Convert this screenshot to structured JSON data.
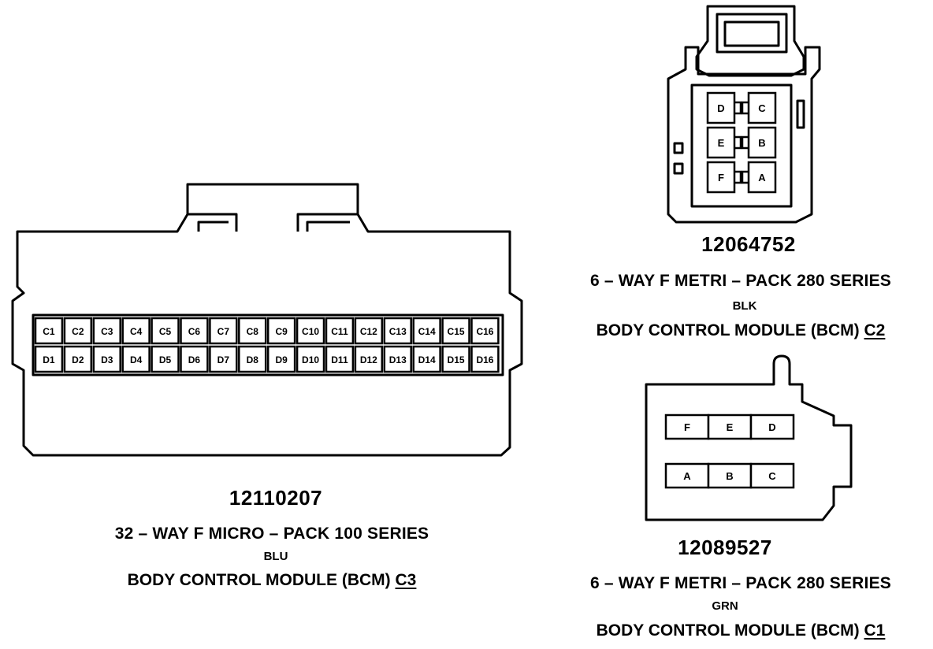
{
  "connector_c3": {
    "part_number": "12110207",
    "series": "32 – WAY F MICRO – PACK 100 SERIES",
    "color": "BLU",
    "module_text": "BODY CONTROL MODULE (BCM) ",
    "module_id": "C3",
    "pins_row_c": [
      "C1",
      "C2",
      "C3",
      "C4",
      "C5",
      "C6",
      "C7",
      "C8",
      "C9",
      "C10",
      "C11",
      "C12",
      "C13",
      "C14",
      "C15",
      "C16"
    ],
    "pins_row_d": [
      "D1",
      "D2",
      "D3",
      "D4",
      "D5",
      "D6",
      "D7",
      "D8",
      "D9",
      "D10",
      "D11",
      "D12",
      "D13",
      "D14",
      "D15",
      "D16"
    ]
  },
  "connector_c2": {
    "part_number": "12064752",
    "series": "6 – WAY F METRI – PACK 280 SERIES",
    "color": "BLK",
    "module_text": "BODY CONTROL MODULE (BCM) ",
    "module_id": "C2",
    "pins": [
      "D",
      "C",
      "E",
      "B",
      "F",
      "A"
    ]
  },
  "connector_c1": {
    "part_number": "12089527",
    "series": "6 – WAY F METRI – PACK 280 SERIES",
    "color": "GRN",
    "module_text": "BODY CONTROL MODULE (BCM) ",
    "module_id": "C1",
    "pins_top": [
      "F",
      "E",
      "D"
    ],
    "pins_bottom": [
      "A",
      "B",
      "C"
    ]
  }
}
